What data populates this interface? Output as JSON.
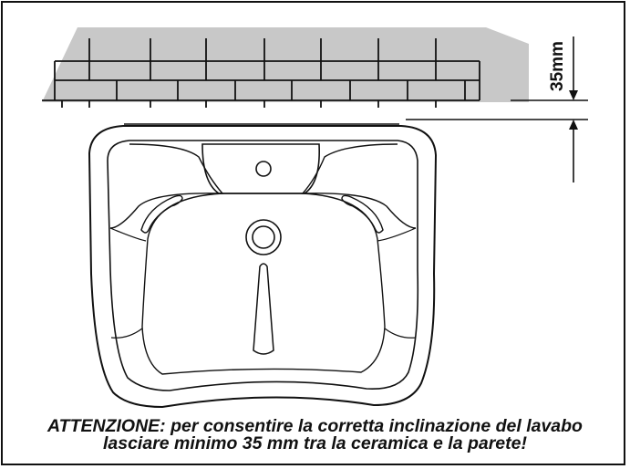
{
  "figure": {
    "dimension_label": "35mm",
    "caption_line1": "ATTENZIONE: per consentire la corretta inclinazione del lavabo",
    "caption_line2": "lasciare minimo 35 mm tra la ceramica e la parete!",
    "colors": {
      "wall_fill": "#c8c8c8",
      "line": "#111111",
      "background": "#ffffff"
    }
  }
}
